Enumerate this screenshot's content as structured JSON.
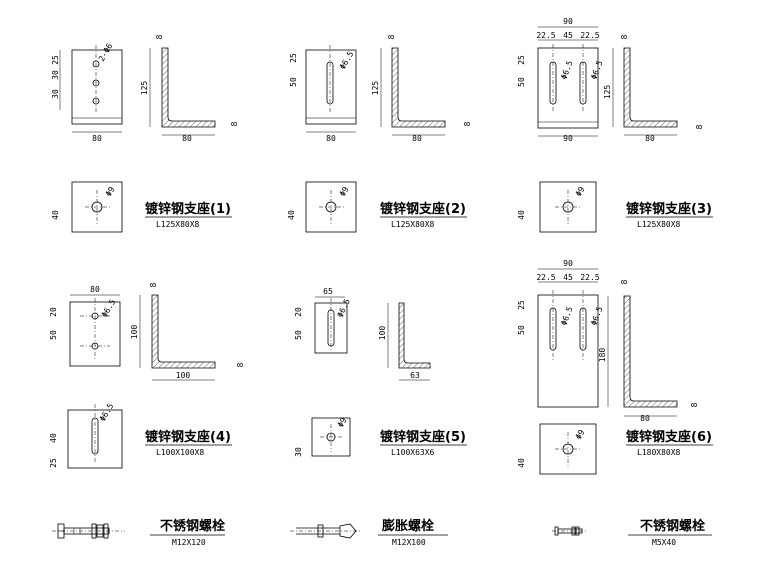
{
  "supports": [
    {
      "title": "镀锌钢支座(1)",
      "spec": "L125X80X8",
      "plate_dims": [
        "25",
        "30",
        "30",
        "80"
      ],
      "hole_label": "2-Φ6",
      "angle_dims": [
        "8",
        "125",
        "80",
        "8"
      ],
      "base_dims": [
        "40",
        "Φ9"
      ]
    },
    {
      "title": "镀锌钢支座(2)",
      "spec": "L125X80X8",
      "plate_dims": [
        "25",
        "50",
        "80"
      ],
      "hole_label": "Φ6.5",
      "angle_dims": [
        "8",
        "125",
        "80",
        "8"
      ],
      "base_dims": [
        "40",
        "Φ9"
      ]
    },
    {
      "title": "镀锌钢支座(3)",
      "spec": "L125X80X8",
      "plate_dims": [
        "90",
        "22.5",
        "45",
        "22.5",
        "25",
        "50",
        "90"
      ],
      "hole_label": "Φ6.5",
      "angle_dims": [
        "8",
        "125",
        "80",
        "8"
      ],
      "base_dims": [
        "40",
        "Φ9"
      ]
    },
    {
      "title": "镀锌钢支座(4)",
      "spec": "L100X100X8",
      "plate_dims": [
        "80",
        "20",
        "50"
      ],
      "hole_label": "Φ6.5",
      "angle_dims": [
        "8",
        "100",
        "100",
        "8"
      ],
      "base_dims": [
        "40",
        "25"
      ]
    },
    {
      "title": "镀锌钢支座(5)",
      "spec": "L100X63X6",
      "plate_dims": [
        "65",
        "20",
        "50"
      ],
      "hole_label": "Φ6.5",
      "angle_dims": [
        "100",
        "63"
      ],
      "base_dims": [
        "30",
        "Φ9"
      ]
    },
    {
      "title": "镀锌钢支座(6)",
      "spec": "L180X80X8",
      "plate_dims": [
        "90",
        "22.5",
        "45",
        "22.5",
        "25",
        "50"
      ],
      "hole_label": "Φ6.5",
      "angle_dims": [
        "8",
        "180",
        "80",
        "8"
      ],
      "base_dims": [
        "40",
        "Φ9"
      ]
    }
  ],
  "bolts": [
    {
      "title": "不锈钢螺栓",
      "spec": "M12X120"
    },
    {
      "title": "膨胀螺栓",
      "spec": "M12X100"
    },
    {
      "title": "不锈钢螺栓",
      "spec": "M5X40"
    }
  ]
}
